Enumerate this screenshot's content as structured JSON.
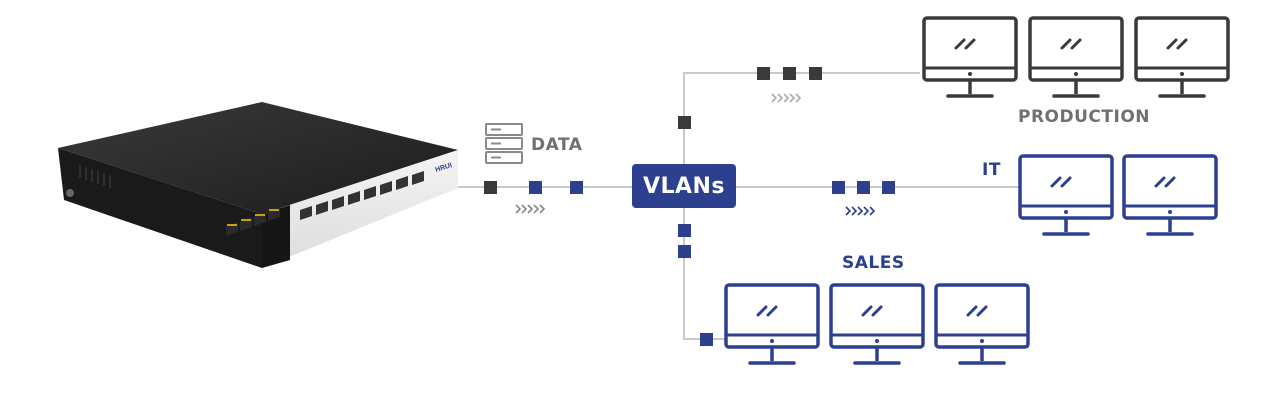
{
  "labels": {
    "data": "DATA",
    "vlans": "VLANs",
    "production": "PRODUCTION",
    "it": "IT",
    "sales": "SALES"
  },
  "switch": {
    "brand": "HRUI"
  },
  "colors": {
    "line": "#c9c9c9",
    "packet_dark": "#3a3a3a",
    "packet_blue": "#2d3f8f",
    "production_monitor": "#3a3a3a",
    "it_monitor": "#2d3f8f",
    "sales_monitor": "#2d3f8f",
    "label_gray": "#707070"
  },
  "groups": {
    "production": {
      "name": "PRODUCTION",
      "monitor_count": 3,
      "icon": "monitor-icon"
    },
    "it": {
      "name": "IT",
      "monitor_count": 2,
      "icon": "monitor-icon"
    },
    "sales": {
      "name": "SALES",
      "monitor_count": 3,
      "icon": "monitor-icon"
    }
  },
  "data_icon": "server-stack-icon"
}
